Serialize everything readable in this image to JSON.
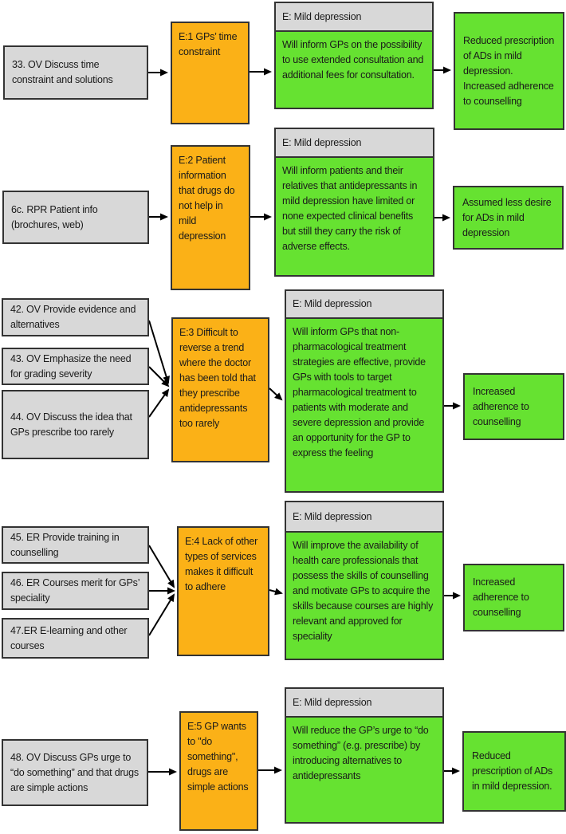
{
  "colors": {
    "input_fill": "#d8d8d8",
    "strategy_fill": "#fbb117",
    "mechanism_fill": "#66e231",
    "header_fill": "#d8d8d8",
    "border": "#333333",
    "arrow": "#000000",
    "background": "#ffffff",
    "text": "#1a1a1a"
  },
  "rows": [
    {
      "inputs": [
        "33. OV Discuss time constraint and solutions"
      ],
      "strategy": "E:1 GPs’ time constraint",
      "mechanism": {
        "header": "E: Mild depression",
        "body": "Will inform GPs on the possibility to use extended consultation and additional fees for consultation."
      },
      "outcome": "Reduced prescription of ADs in mild depression. Increased adherence to counselling"
    },
    {
      "inputs": [
        "6c. RPR Patient info (brochures, web)"
      ],
      "strategy": "E:2 Patient information that drugs do not help in mild depression",
      "mechanism": {
        "header": "E: Mild depression",
        "body": "Will inform patients and their relatives that antidepressants in mild depression have limited or none expected clinical benefits but still they carry the risk of adverse effects."
      },
      "outcome": "Assumed less desire for ADs in mild depression"
    },
    {
      "inputs": [
        "42. OV Provide evidence and alternatives",
        "43. OV Emphasize the need for grading severity",
        "44. OV Discuss the idea that GPs prescribe too rarely"
      ],
      "strategy": "E:3 Difficult to reverse a trend where the doctor has been told that they prescribe antidepressants too rarely",
      "mechanism": {
        "header": "E: Mild depression",
        "body": "Will inform GPs that non-pharmacological treatment strategies are effective, provide GPs with tools to target pharmacological treatment to patients with moderate and severe depression and provide an opportunity for the GP to express the feeling"
      },
      "outcome": "Increased adherence to counselling"
    },
    {
      "inputs": [
        "45. ER Provide training in counselling",
        "46. ER Courses merit for GPs’ speciality",
        "47.ER E-learning and other courses"
      ],
      "strategy": "E:4 Lack of other types of services makes it difficult to adhere",
      "mechanism": {
        "header": "E: Mild depression",
        "body": "Will improve the availability of health care professionals that possess the skills of counselling and motivate GPs to acquire the skills because courses are highly relevant and approved for speciality"
      },
      "outcome": "Increased adherence to counselling"
    },
    {
      "inputs": [
        "48. OV Discuss GPs urge to “do something” and that drugs are simple actions"
      ],
      "strategy": "E:5 GP wants to \"do something\", drugs are simple actions",
      "mechanism": {
        "header": "E: Mild depression",
        "body": "Will reduce the GP’s urge to “do something” (e.g. prescribe) by introducing alternatives to antidepressants"
      },
      "outcome": "Reduced prescription of ADs in mild depression."
    }
  ]
}
